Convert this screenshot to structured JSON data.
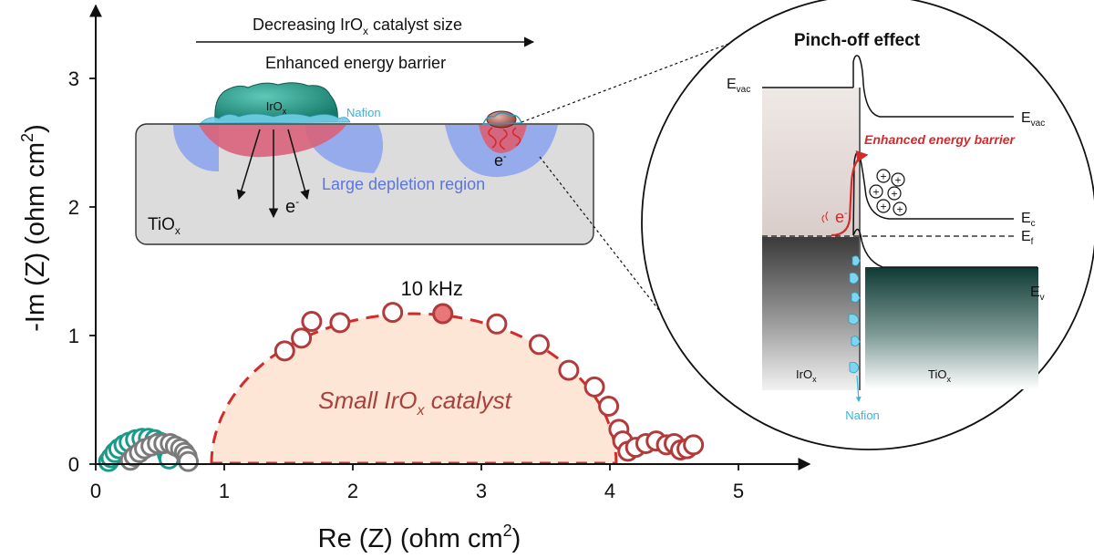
{
  "chart_data": {
    "type": "scatter",
    "xlabel": "Re (Z) (ohm cm",
    "xlabel_sup": "2",
    "xlabel_tail": ")",
    "ylabel": "-Im (Z) (ohm cm",
    "ylabel_sup": "2",
    "ylabel_tail": ")",
    "xlim": [
      0,
      5.5
    ],
    "ylim": [
      0,
      3.5
    ],
    "x_ticks": [
      0,
      1,
      2,
      3,
      4,
      5
    ],
    "y_ticks": [
      0,
      1,
      2,
      3
    ],
    "grid": false,
    "series": [
      {
        "color": "#1a9a8a",
        "marker": "open-circle",
        "x": [
          0.1,
          0.12,
          0.15,
          0.18,
          0.22,
          0.26,
          0.31,
          0.36,
          0.41,
          0.46,
          0.5,
          0.53,
          0.55,
          0.56,
          0.57
        ],
        "y": [
          0.02,
          0.05,
          0.09,
          0.12,
          0.15,
          0.17,
          0.19,
          0.2,
          0.2,
          0.19,
          0.17,
          0.14,
          0.1,
          0.07,
          0.04
        ]
      },
      {
        "color": "#7a7a7a",
        "marker": "open-circle",
        "x": [
          0.27,
          0.3,
          0.34,
          0.38,
          0.43,
          0.48,
          0.53,
          0.58,
          0.62,
          0.66,
          0.69,
          0.71,
          0.72
        ],
        "y": [
          0.03,
          0.06,
          0.09,
          0.12,
          0.14,
          0.16,
          0.16,
          0.16,
          0.14,
          0.12,
          0.09,
          0.06,
          0.02
        ]
      },
      {
        "color": "#b23a3a",
        "marker": "open-circle",
        "x": [
          1.47,
          1.6,
          1.68,
          1.9,
          2.31,
          2.7,
          3.12,
          3.45,
          3.68,
          3.88,
          3.99,
          4.07,
          4.1,
          4.14,
          4.2,
          4.28,
          4.36,
          4.44,
          4.5,
          4.55,
          4.6,
          4.65
        ],
        "y": [
          0.88,
          0.98,
          1.11,
          1.1,
          1.18,
          1.17,
          1.09,
          0.93,
          0.73,
          0.6,
          0.45,
          0.27,
          0.18,
          0.1,
          0.13,
          0.16,
          0.18,
          0.15,
          0.16,
          0.11,
          0.12,
          0.15
        ]
      }
    ],
    "highlight_point": {
      "x": 2.7,
      "y": 1.17,
      "label": "10 kHz"
    },
    "fit_arc": {
      "x_start": 0.9,
      "x_end": 4.05,
      "peak": 1.17,
      "color": "#d42a2a"
    },
    "region_label": "Small IrO",
    "region_label_sub": "x",
    "region_label_tail": " catalyst"
  },
  "inset_top": {
    "arrow_label": "Decreasing IrO",
    "arrow_label_sub": "x",
    "arrow_label_tail": " catalyst size",
    "barrier_label": "Enhanced energy barrier",
    "particle_label": "IrO",
    "particle_label_sub": "x",
    "nafion_label": "Nafion",
    "electron_label": "e",
    "electron_sup": "-",
    "electron_label_small": "e",
    "electron_small_sup": "-",
    "depletion_label": "Large depletion region",
    "substrate_label": "TiO",
    "substrate_label_sub": "x"
  },
  "inset_band": {
    "title": "Pinch-off effect",
    "evac_left": "E",
    "evac_left_sub": "vac",
    "evac_right": "E",
    "evac_right_sub": "vac",
    "barrier_label": "Enhanced energy barrier",
    "electron_label": "e",
    "electron_sup": "-",
    "ec_label": "E",
    "ec_sub": "c",
    "ef_label": "E",
    "ef_sub": "f",
    "ev_label": "E",
    "ev_sub": "v",
    "irox_label": "IrO",
    "irox_sub": "x",
    "tiox_label": "TiO",
    "tiox_sub": "x",
    "nafion_label": "Nafion",
    "holes": [
      "+",
      "+",
      "+",
      "+",
      "+",
      "+"
    ]
  },
  "colors": {
    "teal": "#1a9a8a",
    "gray": "#7a7a7a",
    "red_points": "#b23a3a",
    "fit": "#d42a2a",
    "fill": "#fde6d6",
    "highlight": "#e87878",
    "depletion": "#8aa2ef",
    "nafion": "#35b6e0"
  }
}
